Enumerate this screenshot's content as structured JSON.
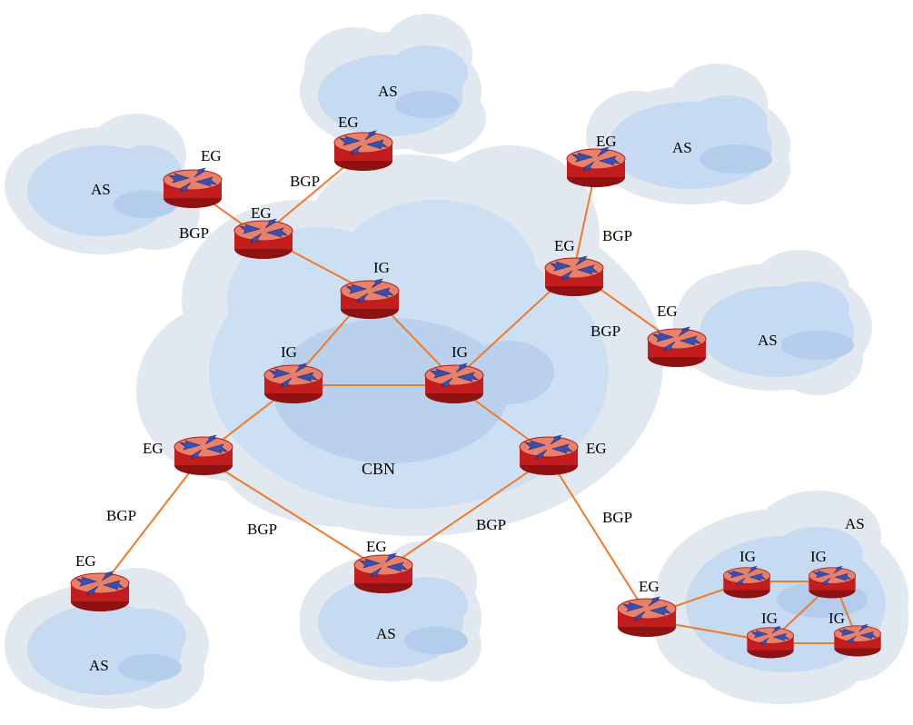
{
  "colors": {
    "link": "#ef7a2a",
    "cloud": "#d6e4f5",
    "cloud_center": "#bfd4ee",
    "router_body": "#c41d1d",
    "router_top": "#e8806a",
    "router_arrows": "#3a4fb0"
  },
  "core": {
    "label": "CBN"
  },
  "clouds": {
    "as_top": "AS",
    "as_left": "AS",
    "as_right_top": "AS",
    "as_right_mid": "AS",
    "as_bottom_left": "AS",
    "as_bottom_mid": "AS",
    "as_bottom_right": "AS"
  },
  "routers": {
    "eg_as_top": "EG",
    "eg_as_left": "EG",
    "eg_core_nw": "EG",
    "ig_core_top": "IG",
    "ig_core_left": "IG",
    "ig_core_right": "IG",
    "eg_core_ne": "EG",
    "eg_as_right_top": "EG",
    "eg_as_right_mid": "EG",
    "eg_core_sw": "EG",
    "eg_core_se": "EG",
    "eg_as_bottom_left": "EG",
    "eg_as_bottom_mid": "EG",
    "eg_as_bottom_right": "EG",
    "ig_br_1": "IG",
    "ig_br_2": "IG",
    "ig_br_3": "IG",
    "ig_br_4": "IG"
  },
  "links": {
    "bgp_top": "BGP",
    "bgp_left": "BGP",
    "bgp_right_top": "BGP",
    "bgp_right_mid": "BGP",
    "bgp_bottom_left": "BGP",
    "bgp_bottom_mid_left": "BGP",
    "bgp_bottom_mid_right": "BGP",
    "bgp_bottom_right": "BGP"
  }
}
